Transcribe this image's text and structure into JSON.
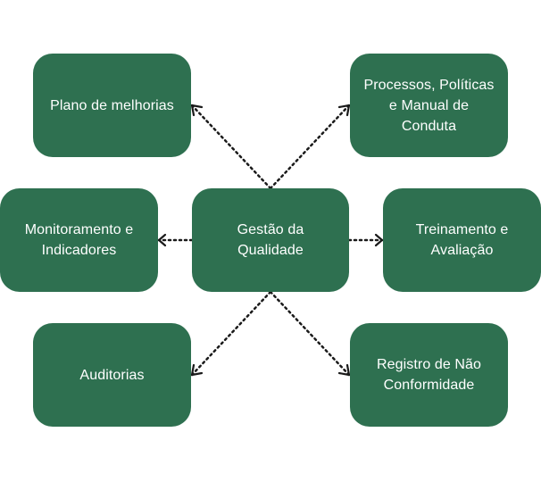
{
  "center": {
    "label": "Gestão da\nQualidade"
  },
  "nodes": {
    "plano": "Plano de melhorias",
    "processos": "Processos, Políticas\ne Manual de\nConduta",
    "monitoramento": "Monitoramento e\nIndicadores",
    "treinamento": "Treinamento e\nAvaliação",
    "auditorias": "Auditorias",
    "registro": "Registro de Não\nConformidade"
  },
  "colors": {
    "node_fill": "#2e7050",
    "node_text": "#ffffff",
    "connector": "#1a1a1a",
    "background": "#ffffff"
  }
}
